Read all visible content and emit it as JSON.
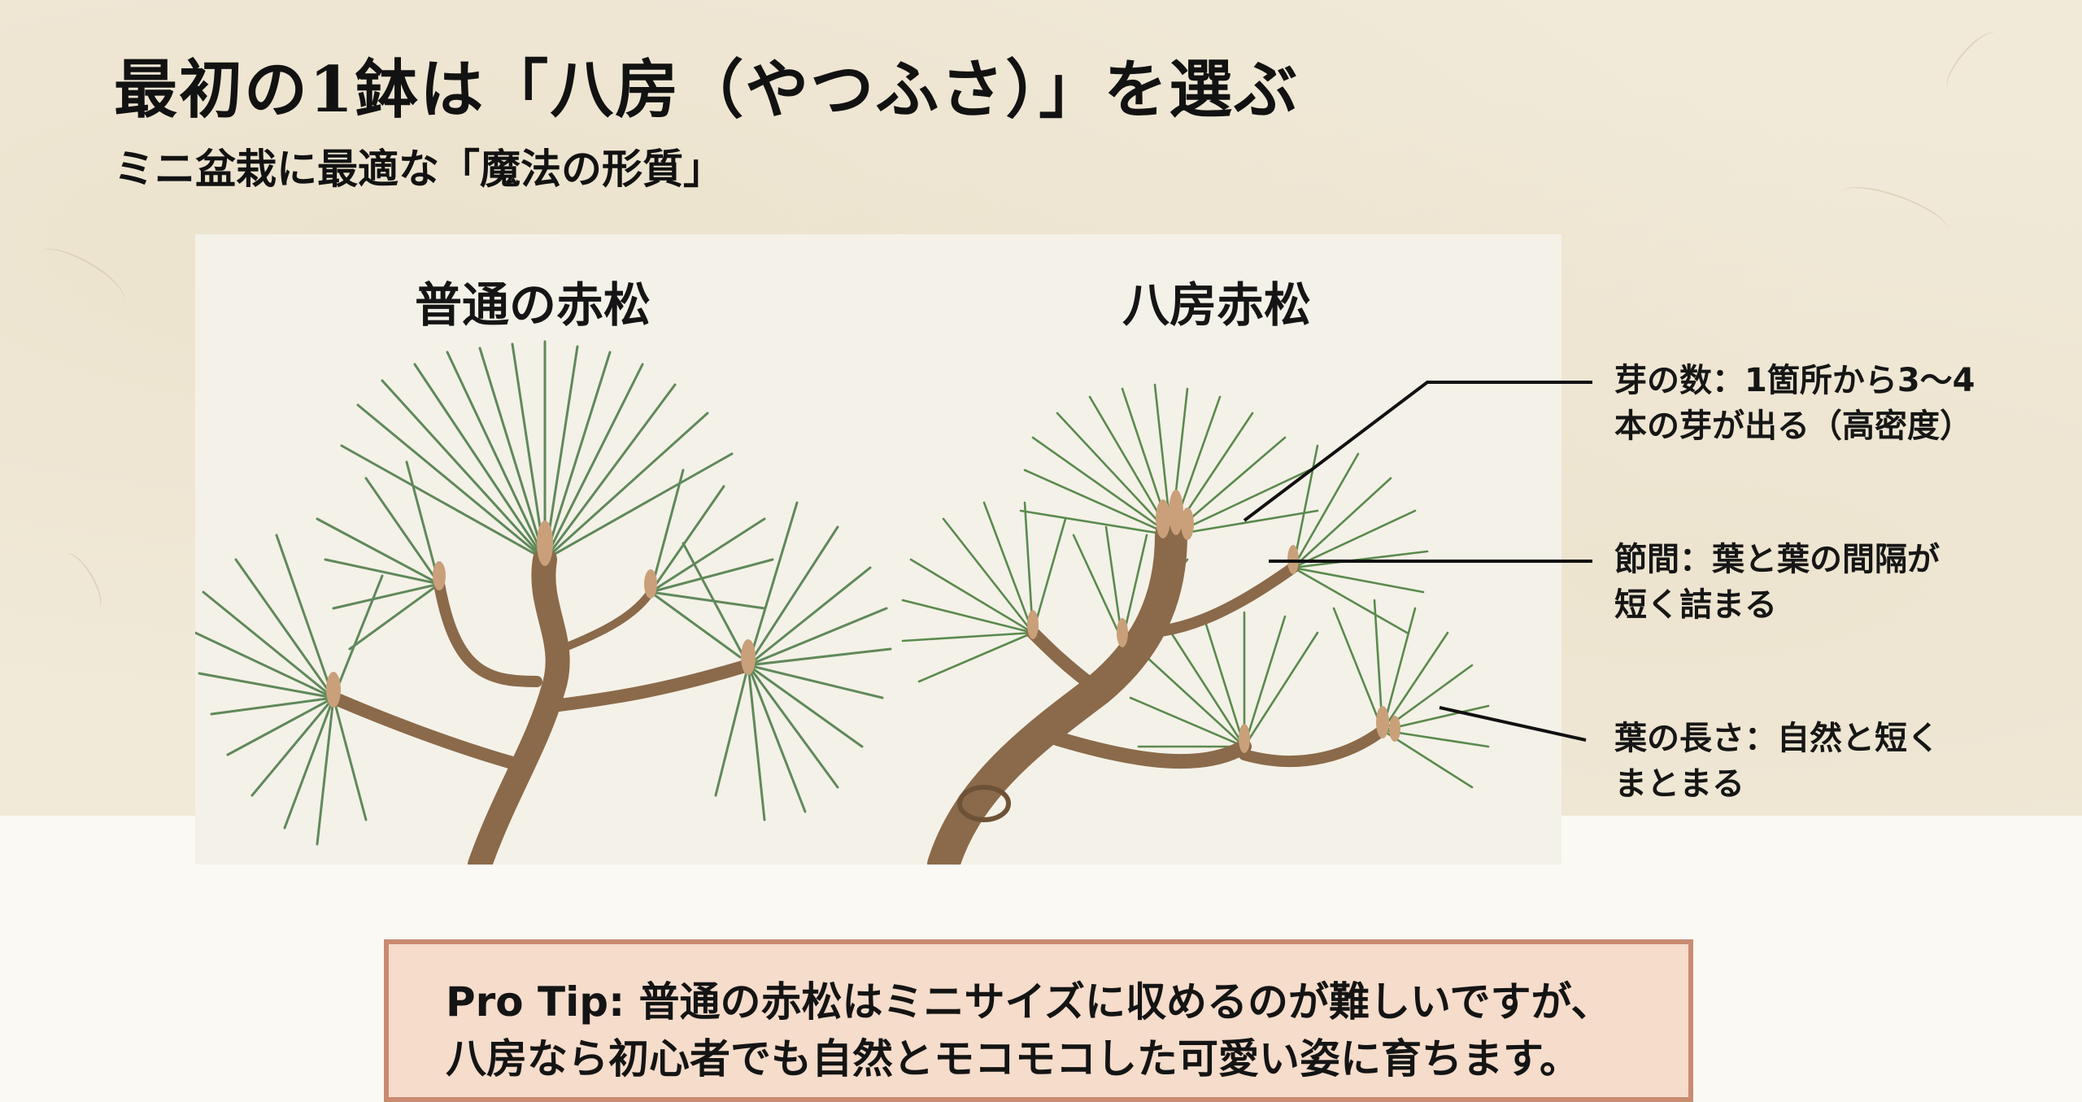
{
  "header": {
    "title": "最初の1鉢は「八房（やつふさ）」を選ぶ",
    "subtitle": "ミニ盆栽に最適な「魔法の形質」"
  },
  "comparison": {
    "left": {
      "label": "普通の赤松",
      "image": "ordinary-red-pine-illustration"
    },
    "right": {
      "label": "八房赤松",
      "image": "yatsufusa-red-pine-illustration"
    }
  },
  "callouts": [
    {
      "lines": [
        "芽の数：1箇所から3～4",
        "本の芽が出る（高密度）"
      ]
    },
    {
      "lines": [
        "節間：葉と葉の間隔が",
        "短く詰まる"
      ]
    },
    {
      "lines": [
        "葉の長さ：自然と短く",
        "まとまる"
      ]
    }
  ],
  "tip": {
    "lines": [
      "Pro Tip: 普通の赤松はミニサイズに収めるのが難しいですが、",
      "八房なら初心者でも自然とモコモコした可愛い姿に育ちます。"
    ]
  },
  "colors": {
    "background_top": "#f1ead9",
    "background_bottom": "#fbf9f4",
    "panel": "#f4f1e8",
    "tip_fill": "#f5dccb",
    "tip_border": "#c98b72",
    "needle_green": "#4f7d4a",
    "bark_brown": "#8a6a4a",
    "bud_tan": "#c9a07a"
  }
}
